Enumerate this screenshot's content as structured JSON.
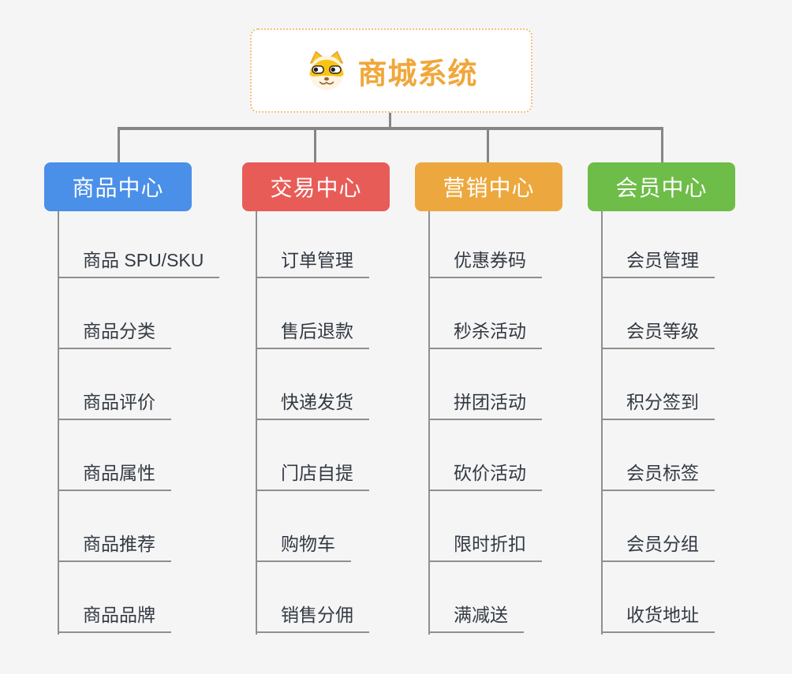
{
  "page": {
    "background": "#f5f5f6",
    "connector_color": "#868686",
    "underline_color": "#8f8f8f"
  },
  "root": {
    "title": "商城系统",
    "title_color": "#f0a73a",
    "border_color": "#f3c075",
    "icon": "dog-face-icon",
    "icon_colors": {
      "fur": "#f8c516",
      "muzzle": "#fdf4e3",
      "outline": "#e6a53c",
      "features": "#9a6632"
    }
  },
  "branches": [
    {
      "label": "商品中心",
      "color": "#4a8fe8",
      "items": [
        "商品 SPU/SKU",
        "商品分类",
        "商品评价",
        "商品属性",
        "商品推荐",
        "商品品牌"
      ]
    },
    {
      "label": "交易中心",
      "color": "#e85c58",
      "items": [
        "订单管理",
        "售后退款",
        "快递发货",
        "门店自提",
        "购物车",
        "销售分佣"
      ]
    },
    {
      "label": "营销中心",
      "color": "#eca83e",
      "items": [
        "优惠券码",
        "秒杀活动",
        "拼团活动",
        "砍价活动",
        "限时折扣",
        "满减送"
      ]
    },
    {
      "label": "会员中心",
      "color": "#6ebd48",
      "items": [
        "会员管理",
        "会员等级",
        "积分签到",
        "会员标签",
        "会员分组",
        "收货地址"
      ]
    }
  ]
}
